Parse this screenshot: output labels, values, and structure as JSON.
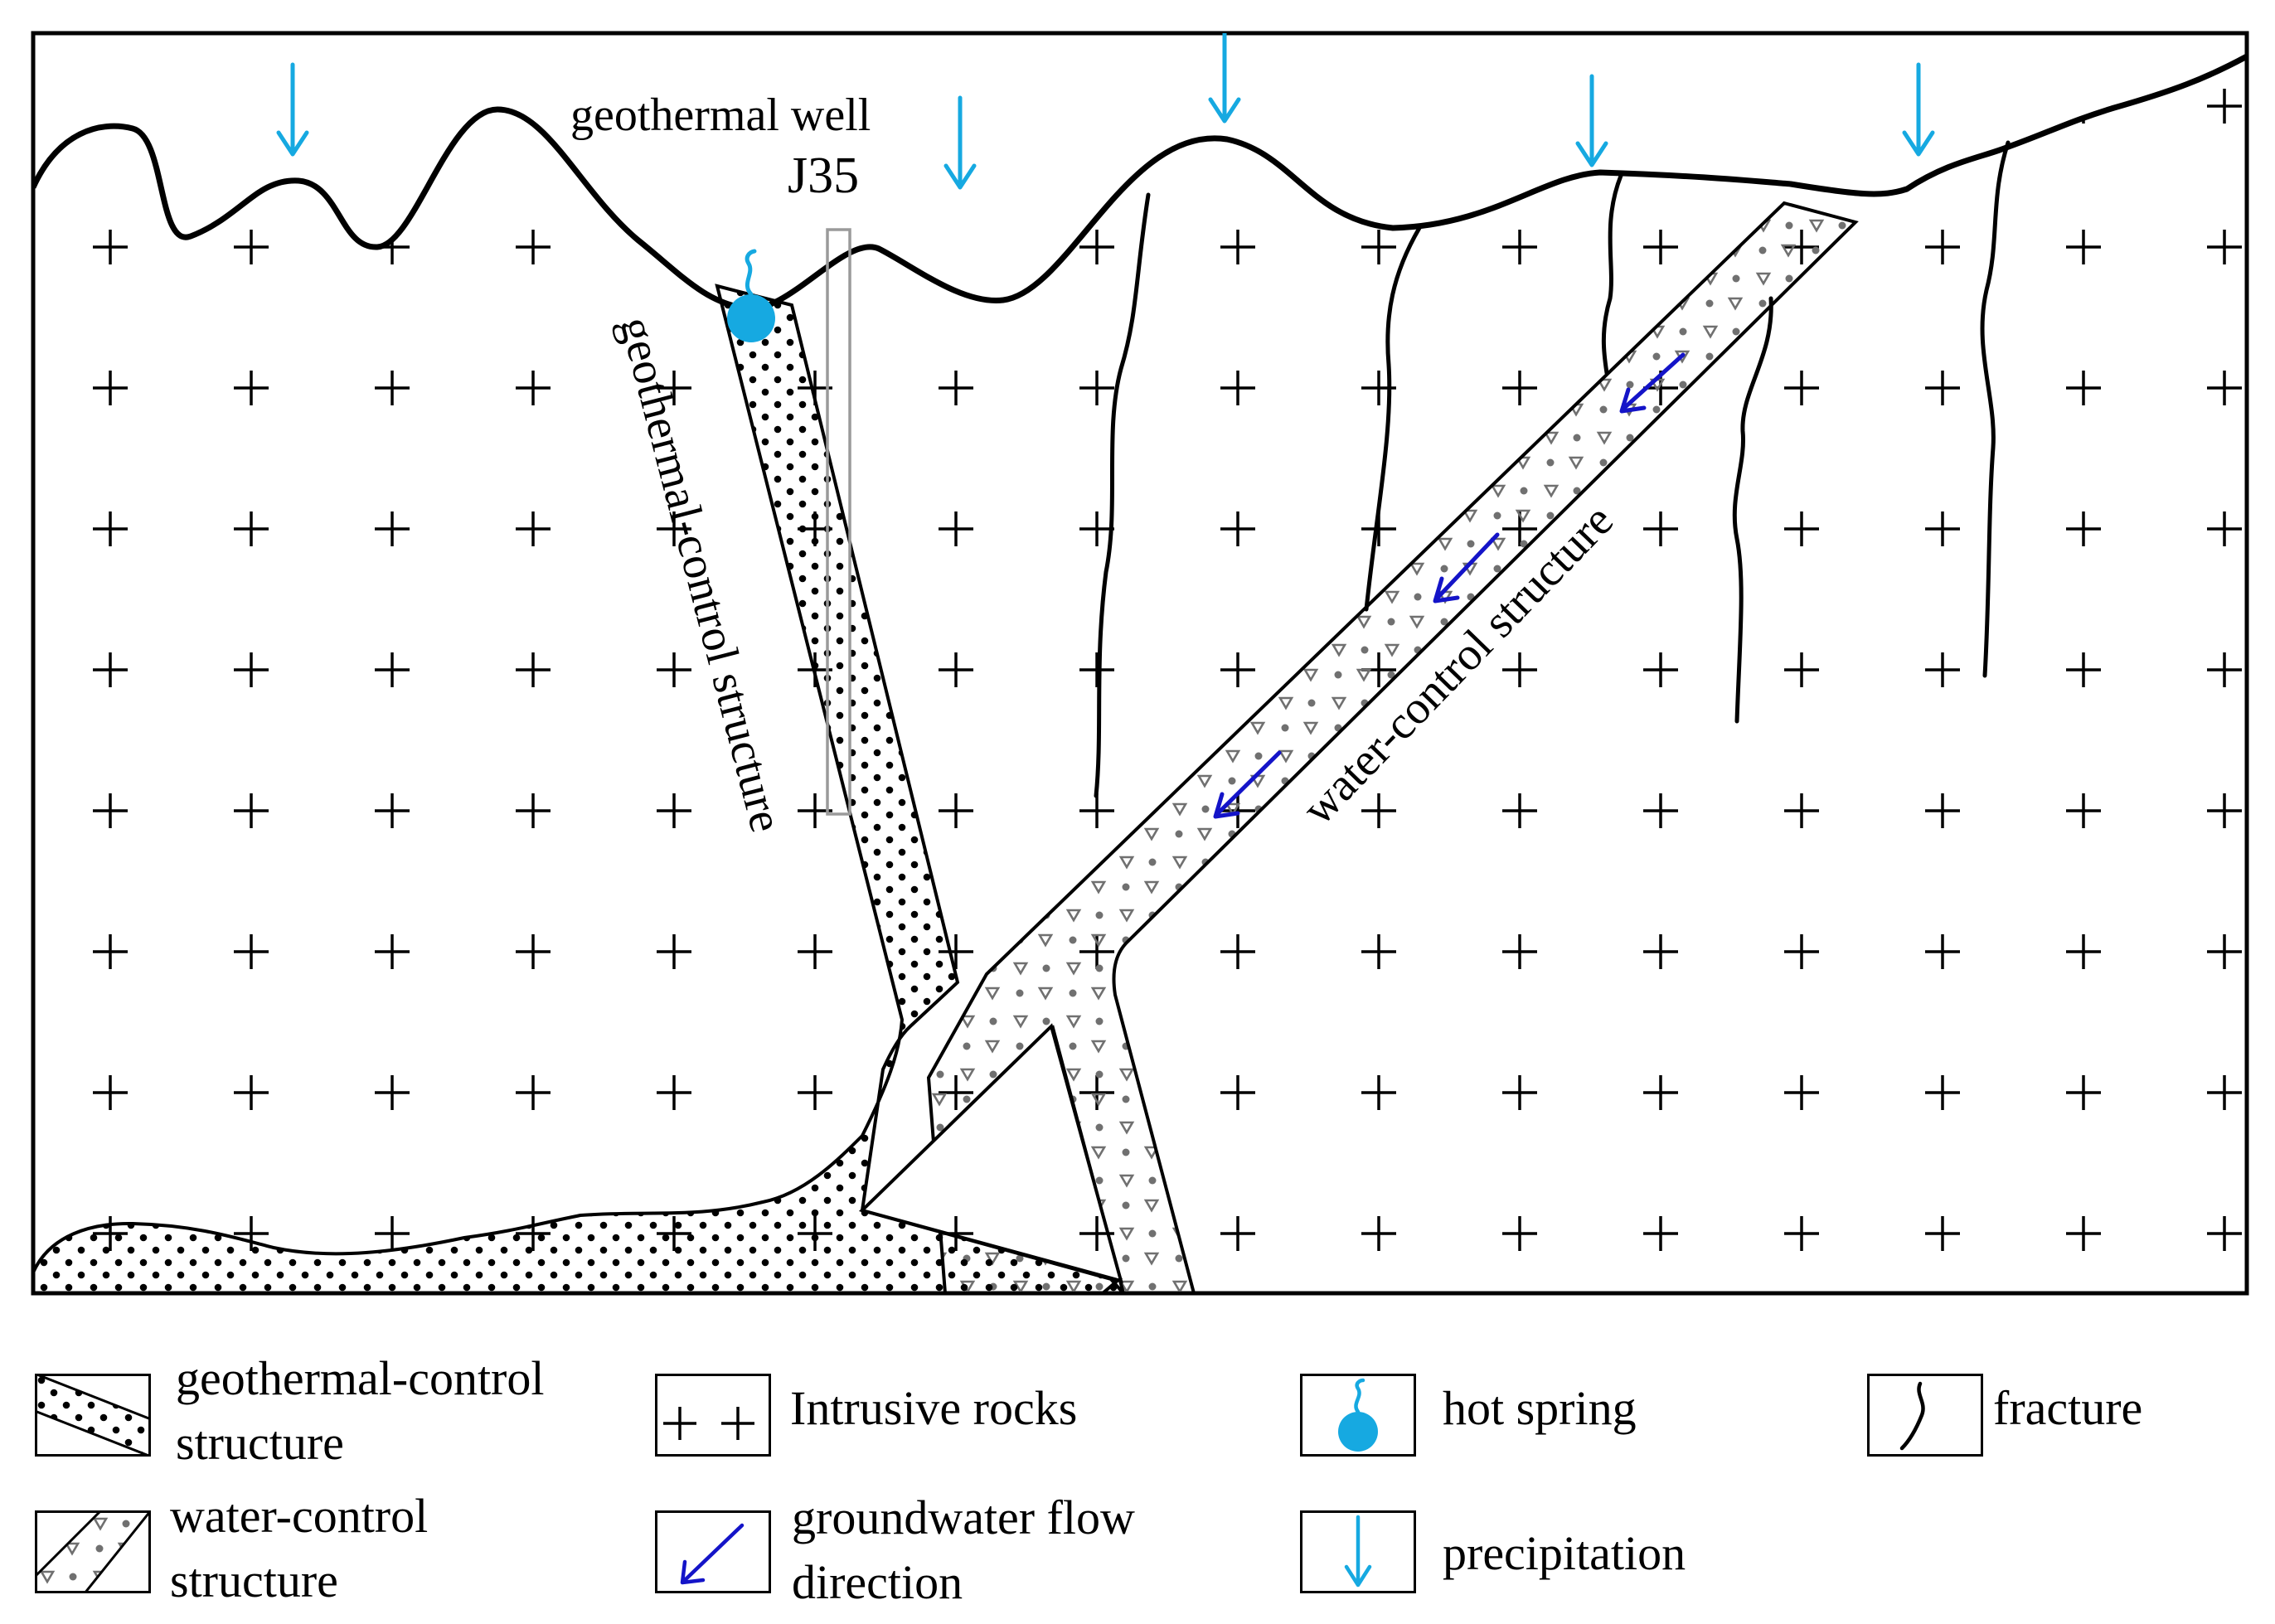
{
  "labels": {
    "well": "geothermal well",
    "well_id": "J35",
    "geothermal_structure": "geothermal-control structure",
    "water_structure": "water-control structure"
  },
  "legend": {
    "geothermal_control_line1": "geothermal-control",
    "geothermal_control_line2": "structure",
    "intrusive_rocks": "Intrusive rocks",
    "hot_spring": "hot spring",
    "fracture": "fracture",
    "water_control_line1": "water-control",
    "water_control_line2": "structure",
    "groundwater_flow_line1": "groundwater flow",
    "groundwater_flow_line2": "direction",
    "precipitation": "precipitation"
  },
  "colors": {
    "precipitation": "#16a9e1",
    "hot_spring": "#16a9e1",
    "groundwater_flow": "#1414c8",
    "outline": "#000000",
    "well_outline": "#9a9a9a",
    "water_triangles": "#707070"
  },
  "icons": {
    "precipitation": "down-arrow-icon",
    "hot_spring": "hot-spring-icon",
    "groundwater_flow": "diagonal-arrow-icon",
    "intrusive_rocks": "plus-pattern-icon",
    "fracture": "fracture-line-icon"
  }
}
